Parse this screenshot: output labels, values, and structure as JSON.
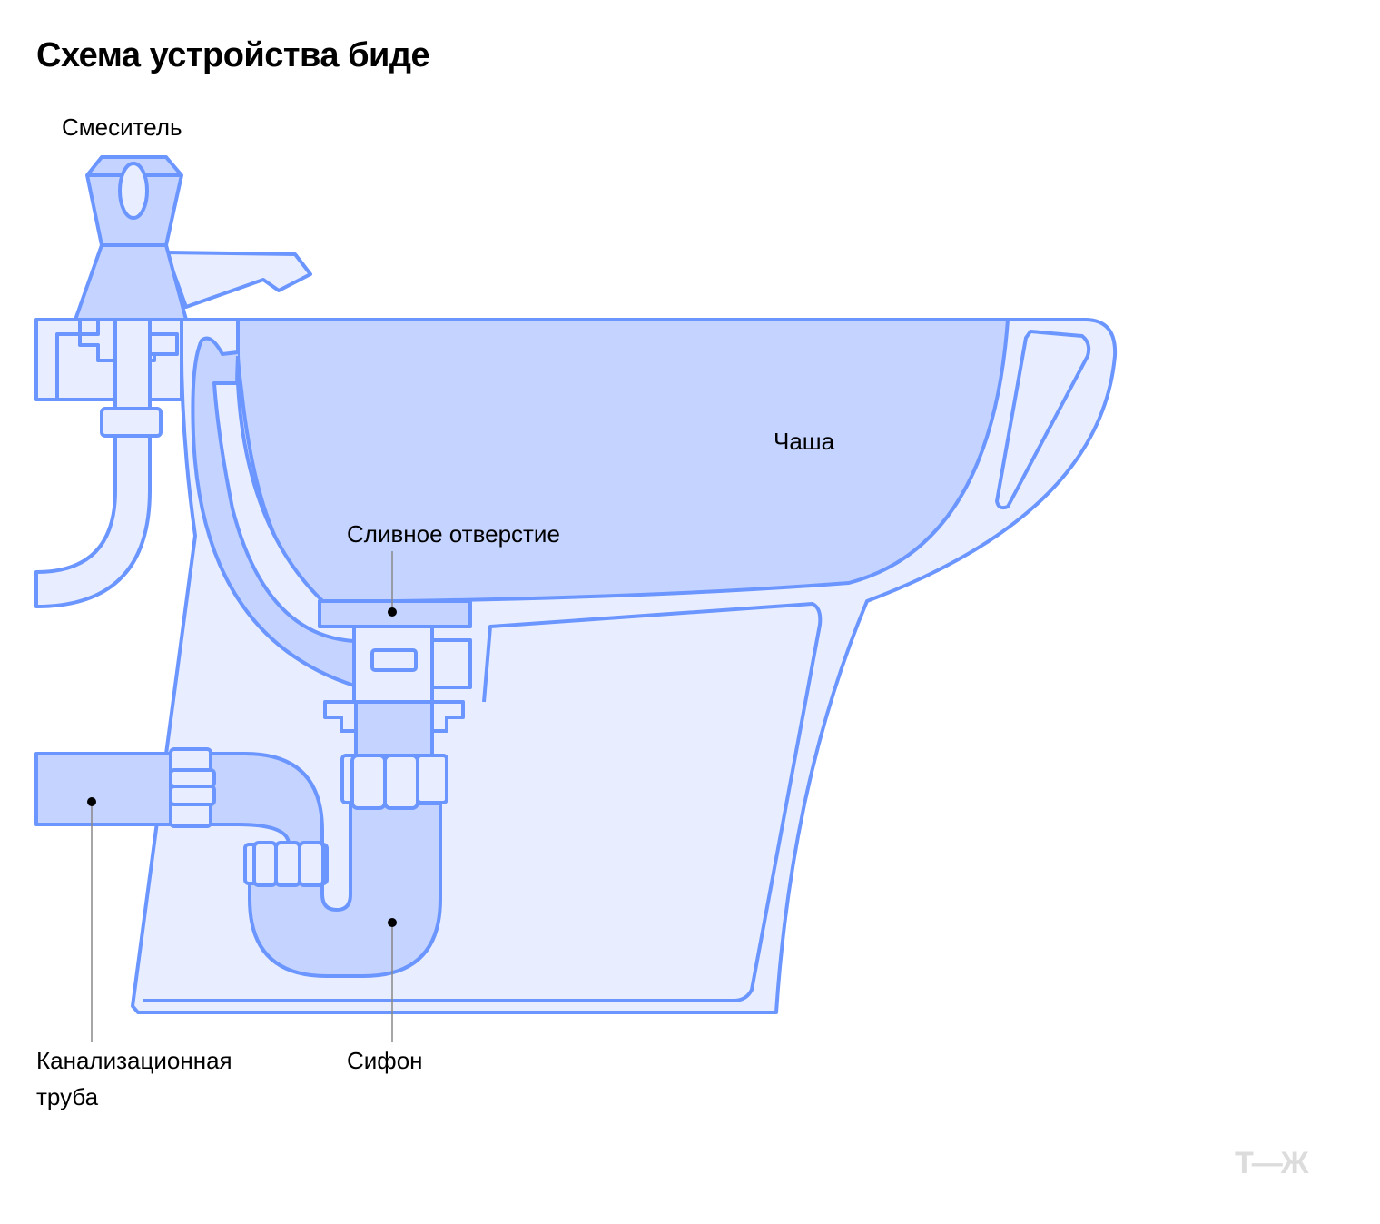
{
  "title": "Схема устройства биде",
  "labels": {
    "mixer": "Смеситель",
    "bowl": "Чаша",
    "drain_hole": "Сливное отверстие",
    "sewer_pipe_line1": "Канализационная",
    "sewer_pipe_line2": "труба",
    "siphon": "Сифон"
  },
  "logo": "Т—Ж",
  "colors": {
    "stroke": "#6B95FF",
    "light": "#E8EEFF",
    "medium": "#C4D3FF"
  }
}
